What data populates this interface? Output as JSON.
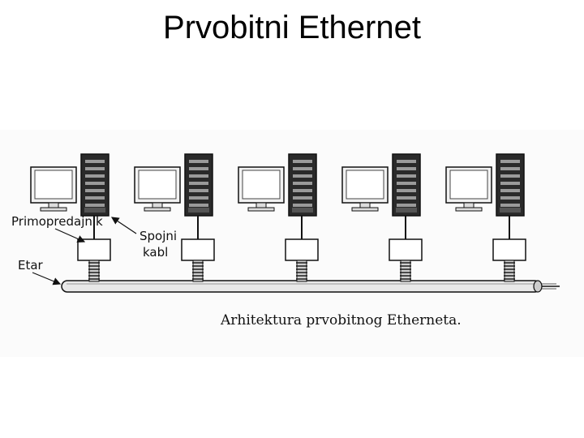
{
  "title": "Prvobitni Ethernet",
  "diagram": {
    "labels": {
      "transceiver": "Primopredajnik",
      "cable_line1": "Spojni",
      "cable_line2": "kabl",
      "ether": "Etar"
    },
    "caption": "Arhitektura prvobitnog Etherneta.",
    "nodes": [
      {
        "id": 1,
        "icon": "computer-icon"
      },
      {
        "id": 2,
        "icon": "computer-icon"
      },
      {
        "id": 3,
        "icon": "computer-icon"
      },
      {
        "id": 4,
        "icon": "computer-icon"
      },
      {
        "id": 5,
        "icon": "computer-icon"
      }
    ]
  }
}
